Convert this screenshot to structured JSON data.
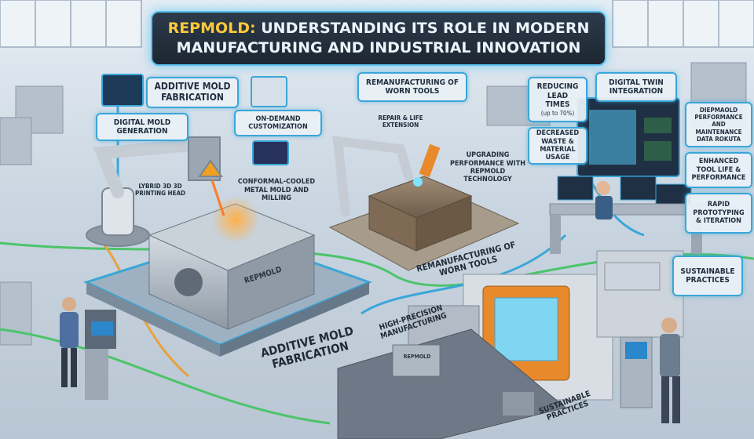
{
  "title": {
    "brand": "REPMOLD:",
    "line1_rest": " UNDERSTANDING ITS ROLE IN MODERN",
    "line2": "MANUFACTURING AND INDUSTRIAL INNOVATION"
  },
  "labels": {
    "additive_mold_fabrication_top": "ADDITIVE MOLD FABRICATION",
    "digital_mold_generation": "DIGITAL MOLD GENERATION",
    "on_demand_customization": "ON-DEMAND CUSTOMIZATION",
    "remanufacturing_top": "REMANUFACTURING OF WORN TOOLS",
    "repair_life_extension": "REPAIR & LIFE EXTENSION",
    "upgrading_performance": "UPGRADING PERFORMANCE WITH REPMOLD TECHNOLOGY",
    "hybrid_head": "LYBRID 3D 3D PRINTING HEAD",
    "conformal_cooled": "CONFORMAL-COOLED METAL MOLD AND MILLING",
    "reducing_lead_times": "REDUCING LEAD TIMES",
    "reducing_sub": "(up to 70%)",
    "decreased_waste": "DECREASED WASTE & MATERIAL USAGE",
    "digital_twin": "DIGITAL TWIN INTEGRATION",
    "predictive": "DIEPMAOLD PERFORMANCE and MAINTENANCE DATA ROKUTA",
    "enhanced_tool": "ENHANCED TOOL LIFE & PERFORMANCE",
    "rapid_prototyping": "RAPID PROTOTYPING & ITERATION",
    "sustainable_right": "SUSTAINABLE PRACTICES",
    "remanufacturing_floor": "REMANUFACTURING OF WORN TOOLS",
    "additive_floor": "ADDITIVE MOLD FABRICATION",
    "high_precision": "HIGH-PRECISION MANUFACTURING",
    "sustainable_floor": "SUSTAINABLE PRACTICES",
    "mold_brand": "REPMOLD",
    "mold_brand_small": "REPMOLD"
  },
  "colors": {
    "accent_blue": "#3aa6d8",
    "title_gold": "#ffc93a",
    "machine_orange": "#e8892c",
    "flow_green": "#4cc46a"
  }
}
